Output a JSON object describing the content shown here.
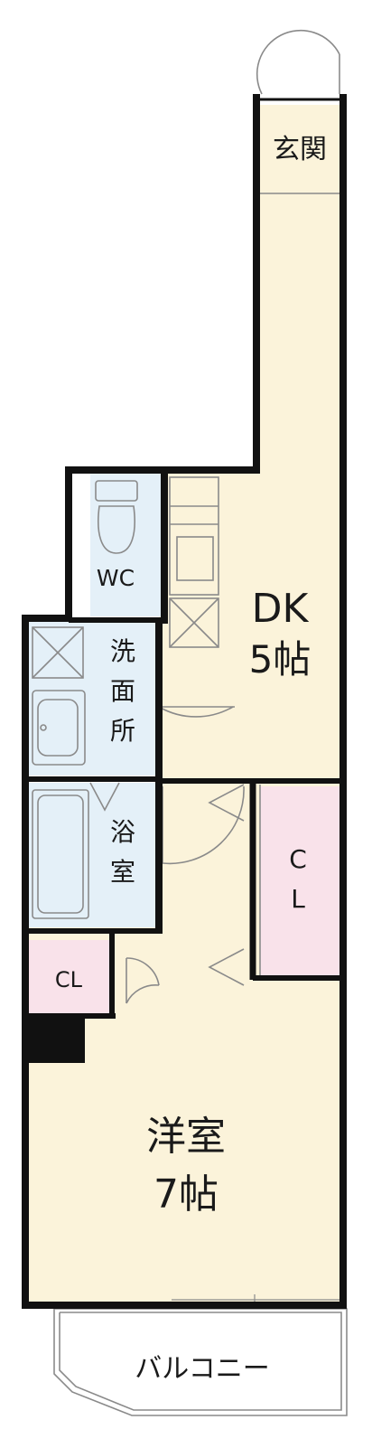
{
  "colors": {
    "wall": "#111111",
    "living": "#fbf3da",
    "wet": "#e4f0f8",
    "closet": "#f9e2ea",
    "line": "#888888"
  },
  "rooms": {
    "entrance": "玄関",
    "dk": {
      "name": "DK",
      "size": "5帖"
    },
    "wc": "WC",
    "washroom": [
      "洗",
      "面",
      "所"
    ],
    "bath": [
      "浴",
      "室"
    ],
    "closet_right": [
      "C",
      "L"
    ],
    "closet_left": "CL",
    "western": {
      "name": "洋室",
      "size": "7帖"
    },
    "balcony": "バルコニー"
  }
}
